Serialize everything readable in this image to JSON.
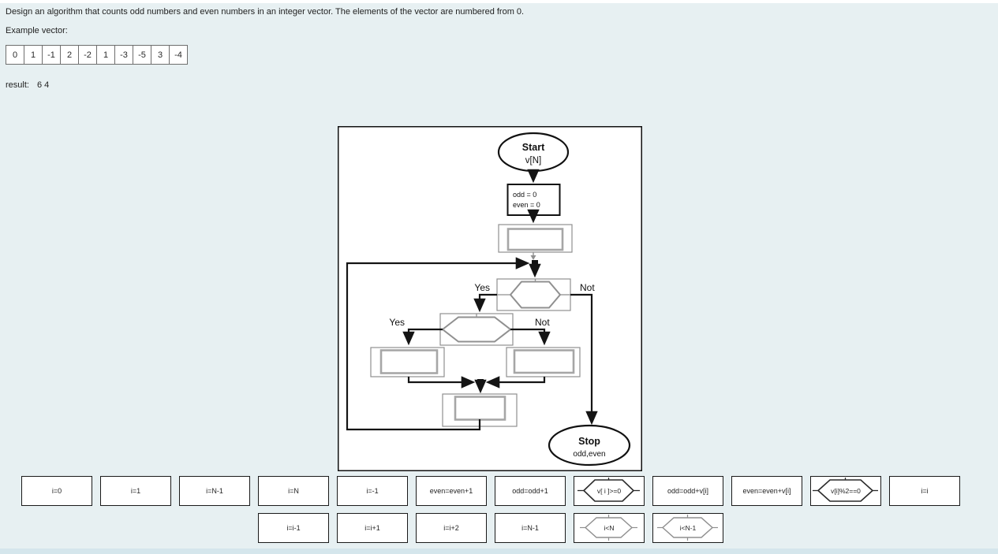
{
  "page": {
    "task_description": "Design an algorithm that counts odd numbers and even numbers in an integer vector. The elements of the vector are numbered from 0.",
    "example_label": "Example vector:",
    "result_label": "result:",
    "result_value": "6 4"
  },
  "vector": {
    "values": [
      "0",
      "1",
      "-1",
      "2",
      "-2",
      "1",
      "-3",
      "-5",
      "3",
      "-4"
    ]
  },
  "flowchart": {
    "start": {
      "title": "Start",
      "subtitle": "v[N]"
    },
    "init": {
      "line1": "odd = 0",
      "line2": "even = 0"
    },
    "branch1": {
      "yes": "Yes",
      "no": "Not"
    },
    "branch2": {
      "yes": "Yes",
      "no": "Not"
    },
    "stop": {
      "title": "Stop",
      "subtitle": "odd,even"
    }
  },
  "palette": {
    "row1": [
      {
        "label": "i=0",
        "shape": "rect"
      },
      {
        "label": "i=1",
        "shape": "rect"
      },
      {
        "label": "i=N-1",
        "shape": "rect"
      },
      {
        "label": "i=N",
        "shape": "rect"
      },
      {
        "label": "i=-1",
        "shape": "rect"
      },
      {
        "label": "even=even+1",
        "shape": "rect"
      },
      {
        "label": "odd=odd+1",
        "shape": "rect"
      },
      {
        "label": "v[ i ]>=0",
        "shape": "hexagon"
      },
      {
        "label": "odd=odd+v[i]",
        "shape": "rect"
      },
      {
        "label": "even=even+v[i]",
        "shape": "rect"
      },
      {
        "label": "v[i]%2==0",
        "shape": "hexagon"
      },
      {
        "label": "i=i",
        "shape": "rect"
      }
    ],
    "row2": [
      {
        "label": "i=i-1",
        "shape": "rect"
      },
      {
        "label": "i=i+1",
        "shape": "rect"
      },
      {
        "label": "i=i+2",
        "shape": "rect"
      },
      {
        "label": "i=N-1",
        "shape": "rect"
      },
      {
        "label": "i<N",
        "shape": "hexagon"
      },
      {
        "label": "i<N-1",
        "shape": "hexagon"
      }
    ]
  },
  "colors": {
    "background": "#e7f0f2",
    "bottom_strip": "#d5e6ec",
    "flow_line": "#141414",
    "slot_gray": "#8f8f8f",
    "block_border": "#1a1a1a"
  }
}
